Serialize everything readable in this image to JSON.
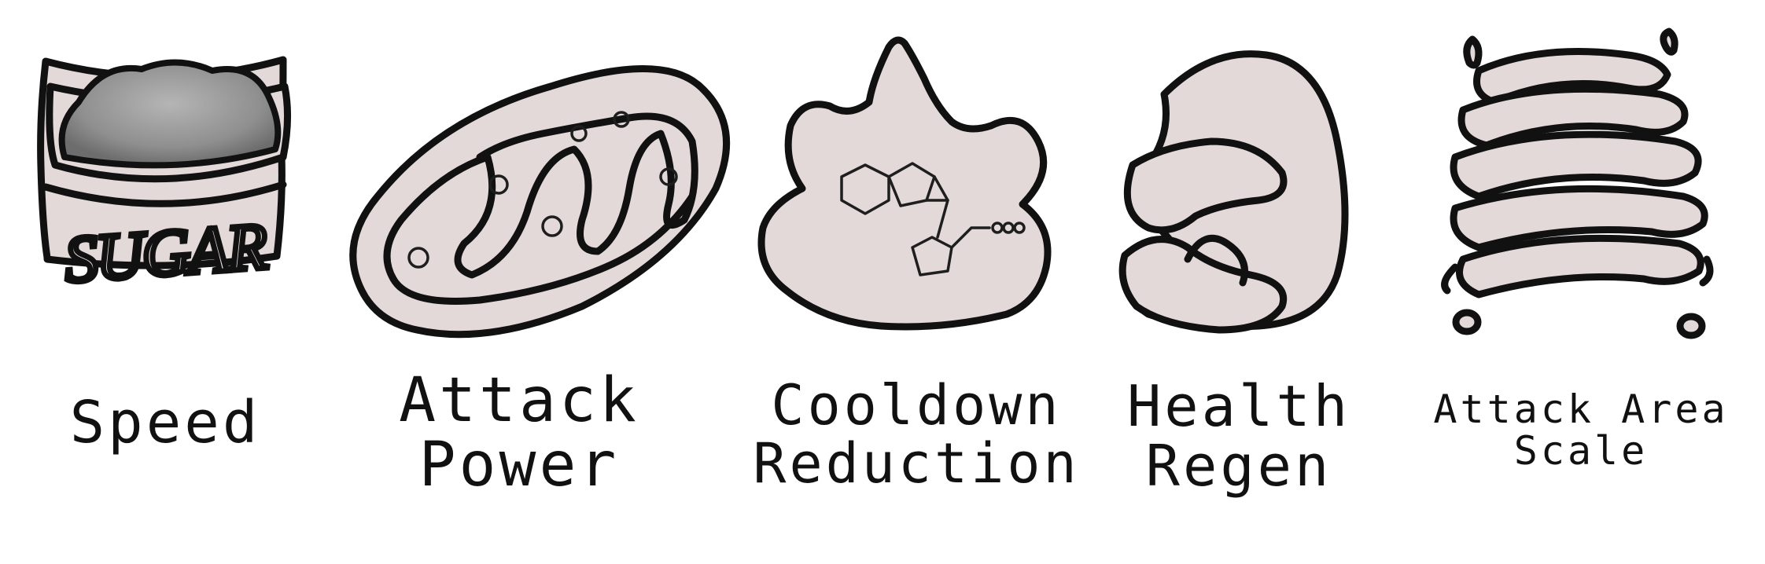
{
  "palette": {
    "fill": "#e4d9d9",
    "outline": "#111111",
    "sugar_pile": "#8c8c8c",
    "background": "#ffffff"
  },
  "upgrades": [
    {
      "icon": "sugar-bag-icon",
      "bag_text": "SUGAR",
      "label": "Speed"
    },
    {
      "icon": "mitochondria-icon",
      "label": "Attack\nPower"
    },
    {
      "icon": "hormone-blob-icon",
      "label": "Cooldown\nReduction"
    },
    {
      "icon": "nucleus-blob-icon",
      "label": "Health\nRegen"
    },
    {
      "icon": "golgi-apparatus-icon",
      "label": "Attack Area\nScale"
    }
  ]
}
